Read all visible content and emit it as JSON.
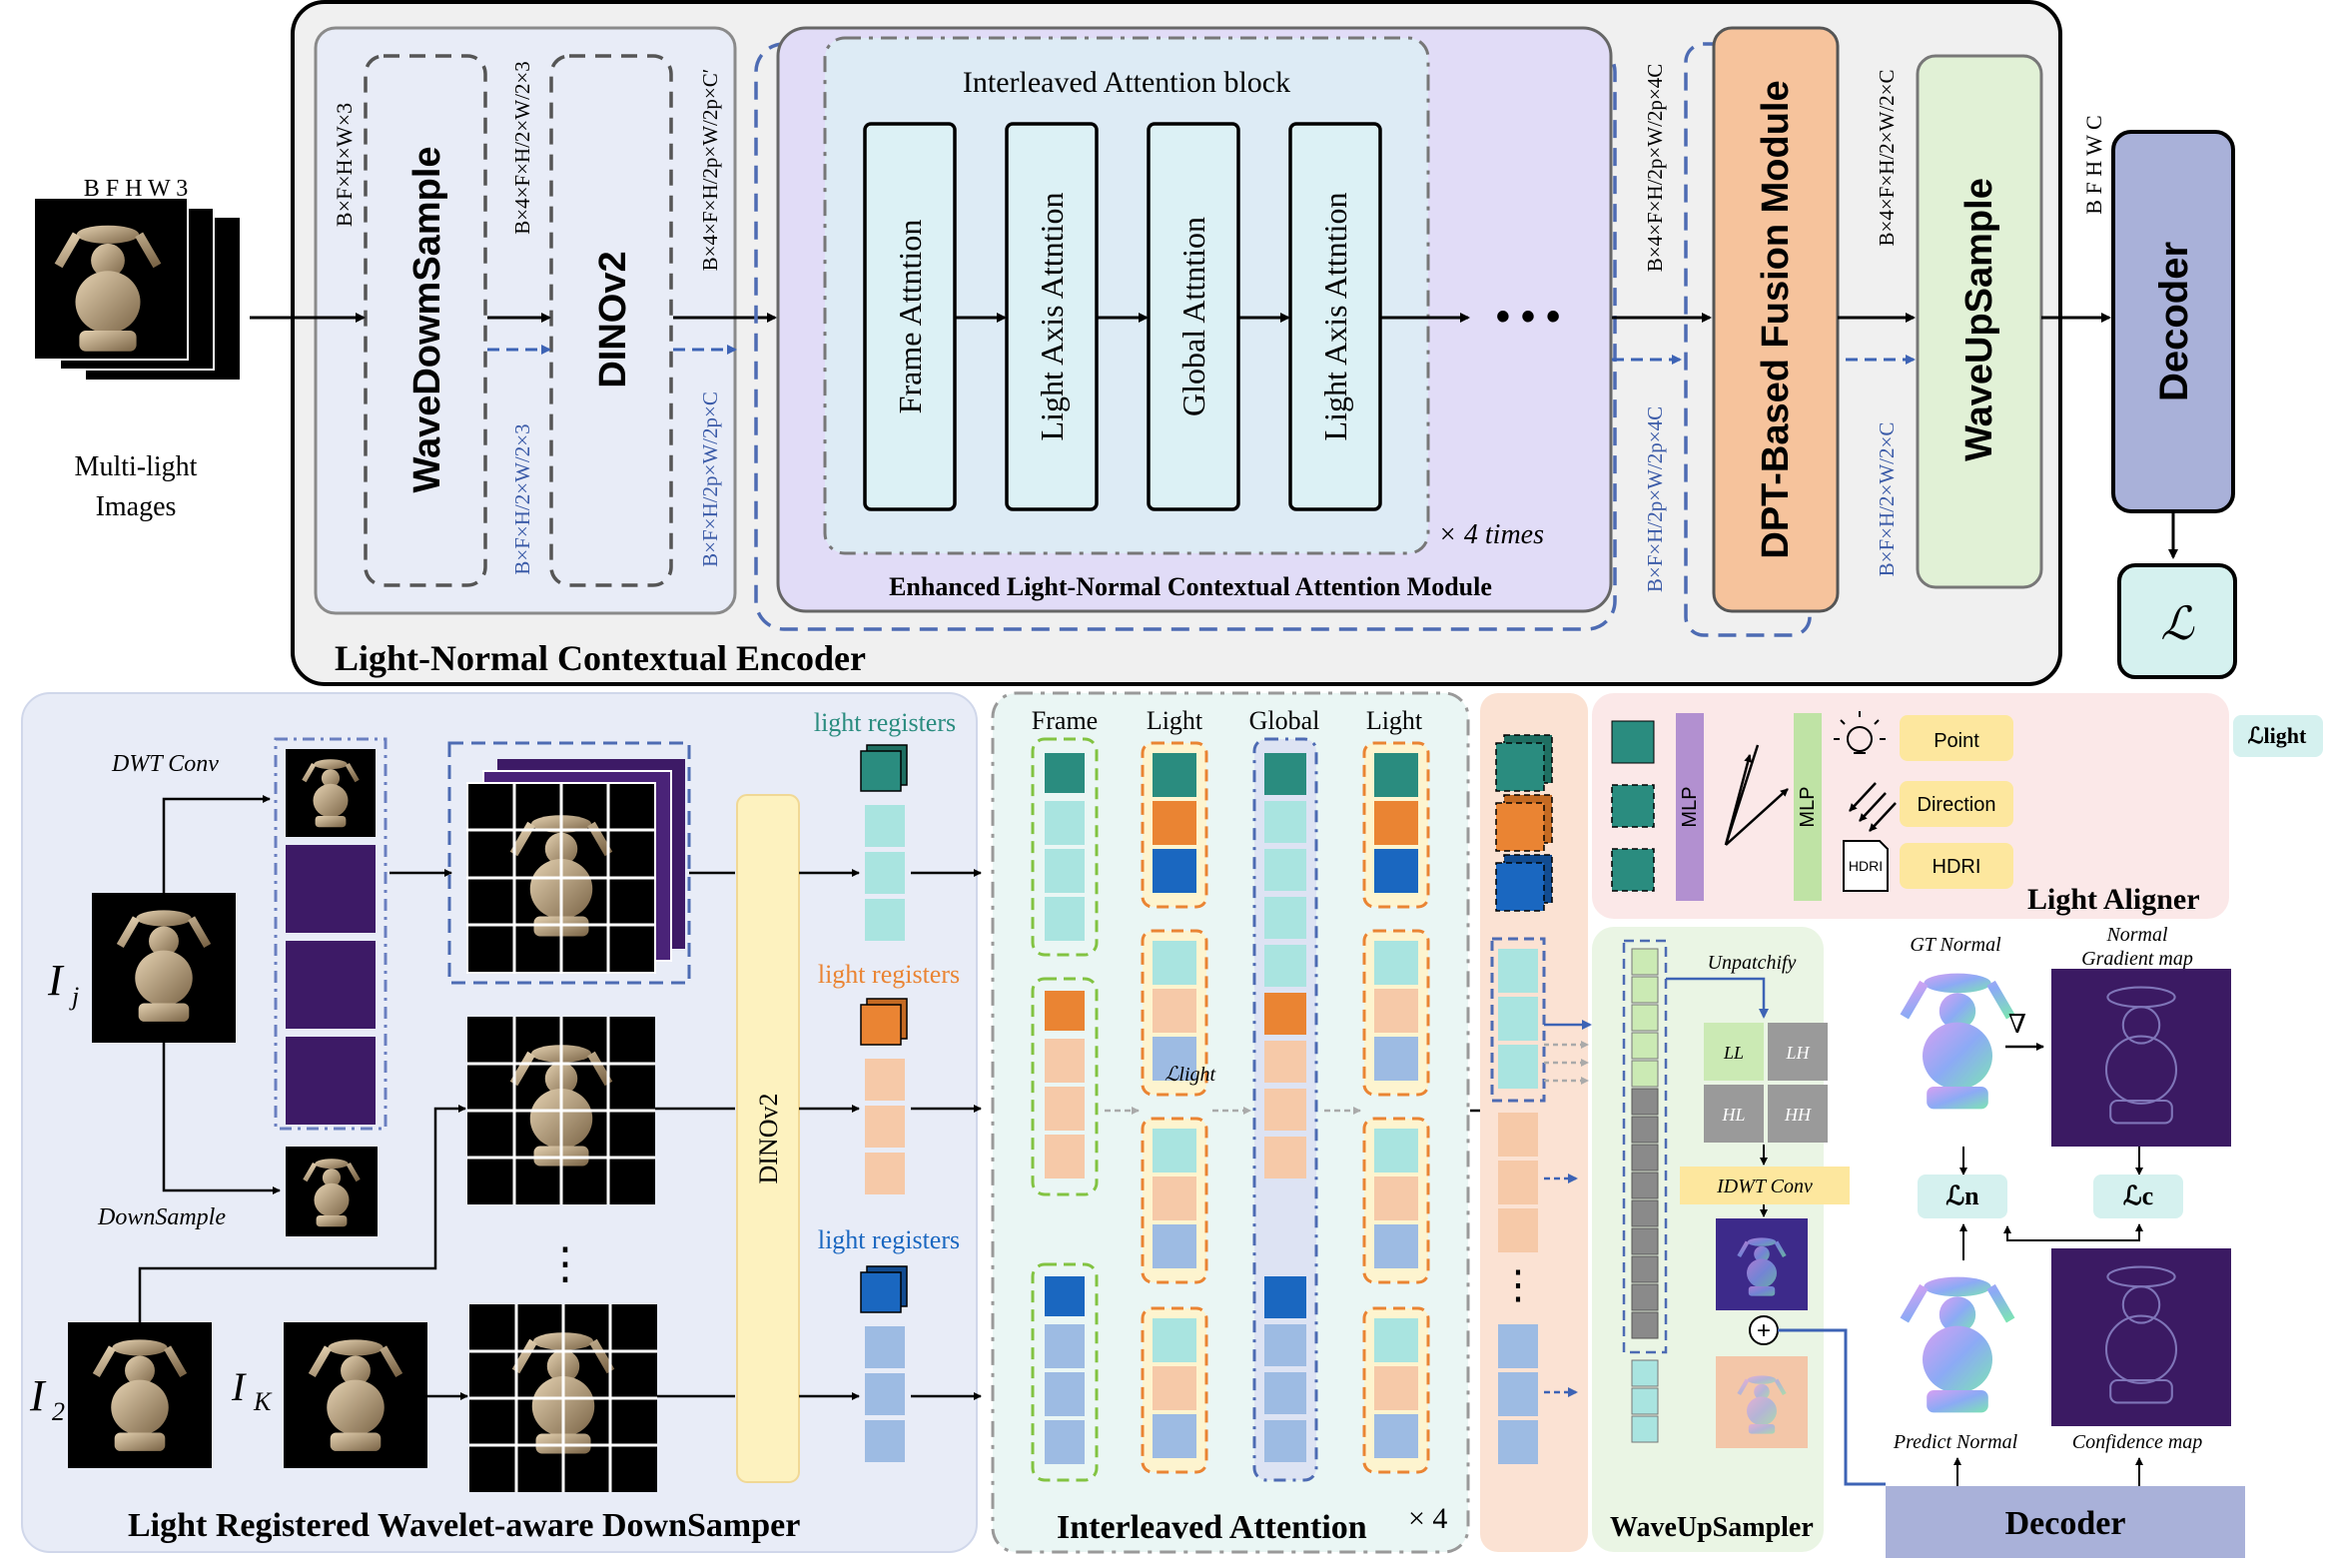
{
  "top": {
    "input_shape": "B F H W 3",
    "input_caption_1": "Multi-light",
    "input_caption_2": "Images",
    "encoder_title": "Light-Normal Contextual Encoder",
    "wave_down": "WaveDowmSample",
    "dino": "DINOv2",
    "shape_a": "B×F×H×W×3",
    "shape_b": "B×4×F×H/2×W/2×3",
    "shape_b_blue": "B×F×H/2×W/2×3",
    "shape_c": "B×4×F×H/2p×W/2p×C′",
    "shape_c_blue": "B×F×H/2p×W/2p×C",
    "block_title": "Interleaved Attention block",
    "blocks": [
      "Frame Attntion",
      "Light Axis Attntion",
      "Global Attntion",
      "Light Axis Attntion"
    ],
    "ellipsis": "• • •",
    "times": "× 4  times",
    "module_title": "Enhanced Light-Normal Contextual Attention Module",
    "shape_d": "B×4×F×H/2p×W/2p×4C",
    "shape_d_blue": "B×F×H/2p×W/2p×4C",
    "dpt": "DPT-Based Fusion Module",
    "shape_e": "B×4×F×H/2×W/2×C",
    "shape_e_blue": "B×F×H/2×W/2×C",
    "wave_up": "WaveUpSample",
    "shape_f": "B F H W C",
    "decoder": "Decoder",
    "loss": "ℒ"
  },
  "left": {
    "title": "Light Registered Wavelet-aware DownSamper",
    "dwt": "DWT Conv",
    "downsample": "DownSample",
    "ij": "I",
    "ij_sub": "j",
    "i2": "I",
    "i2_sub": "2",
    "ik": "I",
    "ik_sub": "K",
    "dino": "DINOv2",
    "registers": "light registers",
    "vdots": "⋮"
  },
  "mid": {
    "title": "Interleaved Attention",
    "times": "× 4",
    "cols": [
      "Frame",
      "Light",
      "Global",
      "Light"
    ],
    "loss_light": "ℒlight"
  },
  "aligner": {
    "title": "Light Aligner",
    "mlp": "MLP",
    "options": [
      "Point",
      "Direction",
      "HDRI"
    ],
    "hdri_icon": "HDRI",
    "loss": "ℒlight"
  },
  "wup": {
    "title": "WaveUpSampler",
    "unpatchify": "Unpatchify",
    "bands": [
      "LL",
      "LH",
      "HL",
      "HH"
    ],
    "idwt": "IDWT Conv",
    "plus": "+"
  },
  "right": {
    "gt": "GT Normal",
    "grad_1": "Normal",
    "grad_2": "Gradient map",
    "nabla": "∇",
    "loss_n": "ℒn",
    "loss_c": "ℒc",
    "pred": "Predict Normal",
    "conf": "Confidence map",
    "decoder": "Decoder"
  },
  "colors": {
    "teal": "#2a8c7f",
    "orange": "#ea8433",
    "blue": "#1a67c0",
    "light_teal": "#a9e4e0",
    "peach": "#f6c9a8",
    "light_blue": "#9dbbe3",
    "dpt_fill": "#f6c39c",
    "decoder_fill": "#a9b1d9",
    "dashed_blue": "#4d6bb3",
    "text_blue": "#3b5ba8"
  }
}
